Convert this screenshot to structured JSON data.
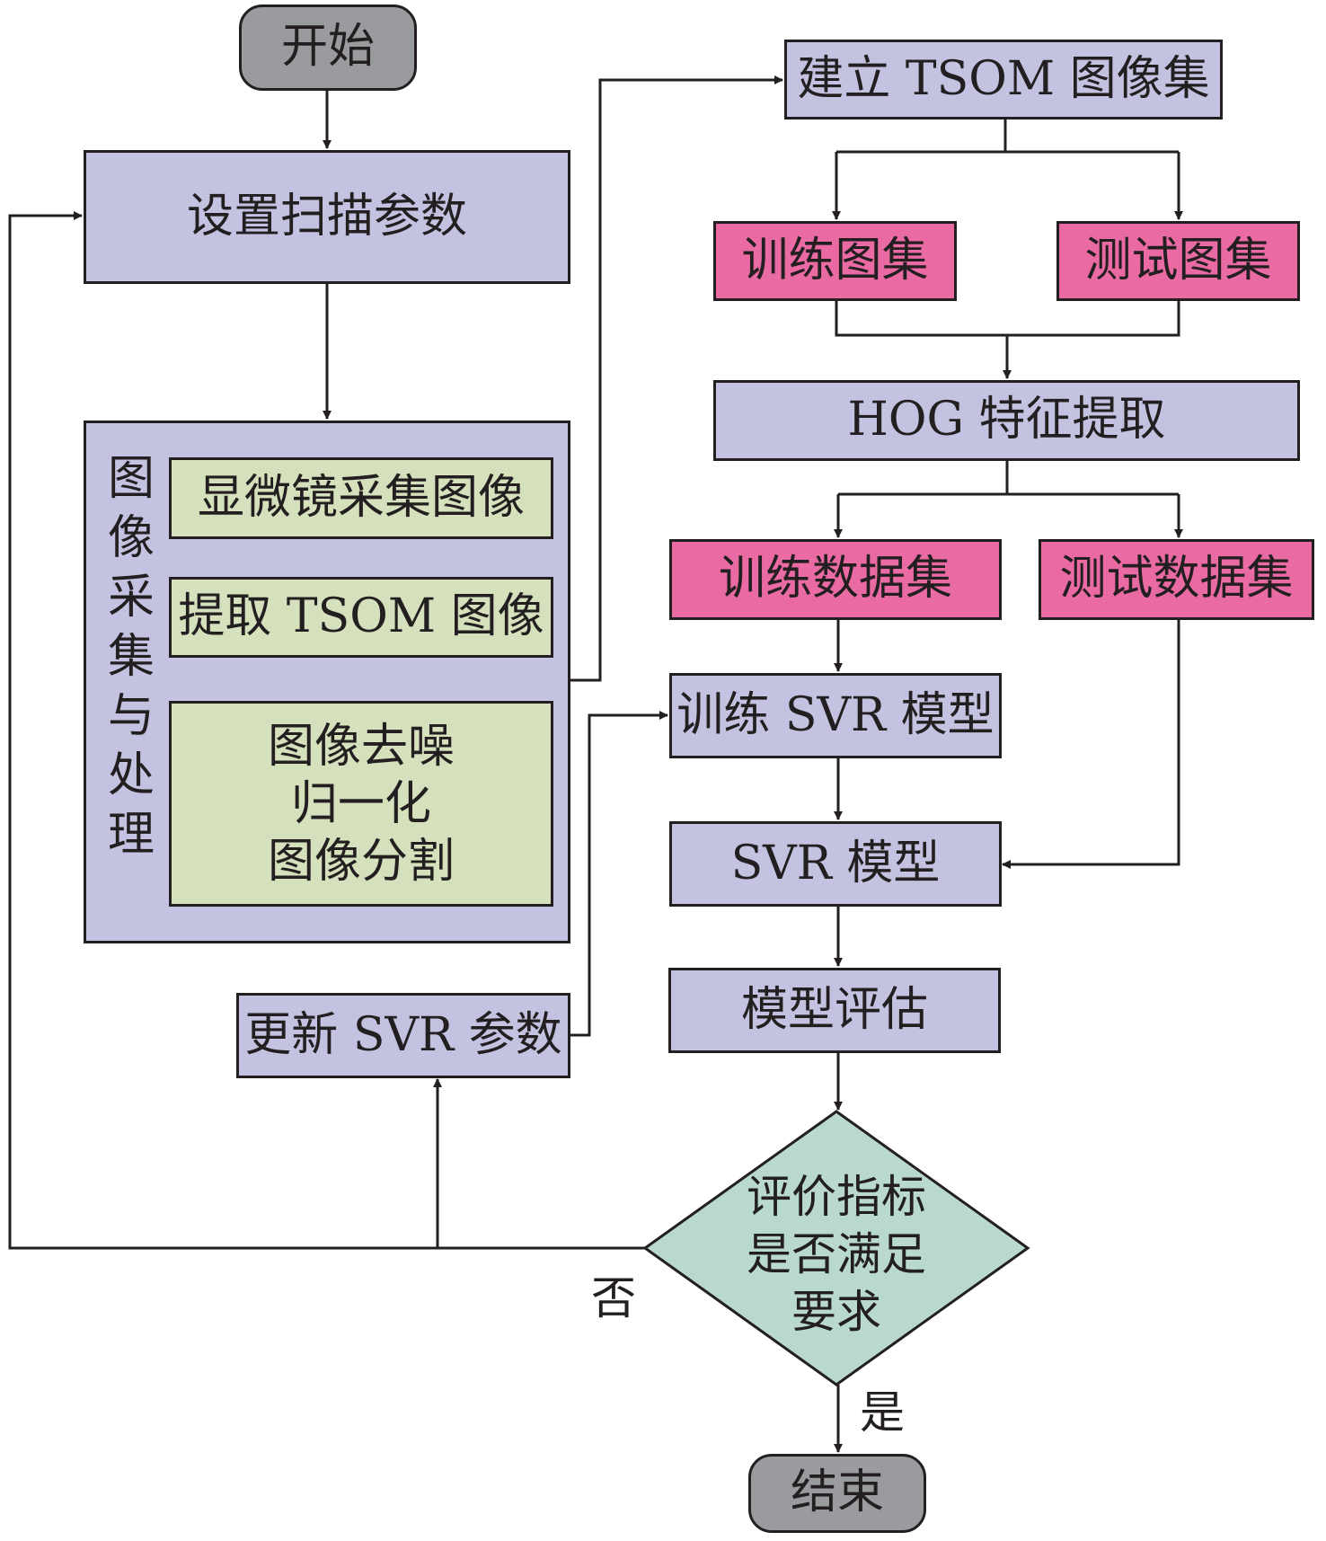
{
  "colors": {
    "process": "#c3c3e1",
    "dataset": "#ea6aa4",
    "substep": "#d5e0bd",
    "decision": "#b8d8d0",
    "terminal": "#9a9b9f",
    "line": "#231f20"
  },
  "nodes": {
    "start": "开始",
    "set_scan_params": "设置扫描参数",
    "acquisition_group_label": "图像采集与处理",
    "microscope_capture": "显微镜采集图像",
    "extract_tsom": "提取 TSOM 图像",
    "preprocess": "图像去噪\n归一化\n图像分割",
    "update_svr_params": "更新 SVR 参数",
    "build_tsom_set": "建立 TSOM 图像集",
    "train_image_set": "训练图集",
    "test_image_set": "测试图集",
    "hog_extract": "HOG 特征提取",
    "train_dataset": "训练数据集",
    "test_dataset": "测试数据集",
    "train_svr": "训练 SVR 模型",
    "svr_model": "SVR 模型",
    "model_eval": "模型评估",
    "decision": "评价指标\n是否满足\n要求",
    "end": "结束"
  },
  "edge_labels": {
    "no": "否",
    "yes": "是"
  }
}
